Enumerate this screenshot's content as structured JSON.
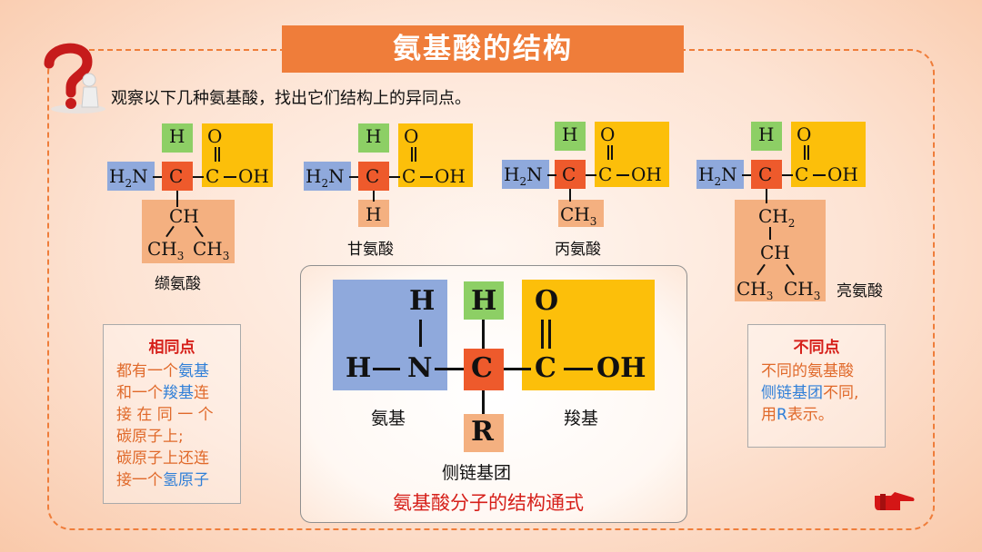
{
  "title": "氨基酸的结构",
  "intro": "观察以下几种氨基酸，找出它们结构上的异同点。",
  "atoms": {
    "H": "H",
    "C": "C",
    "O": "O",
    "OH": "OH",
    "H2N_H": "H",
    "H2N_N": "N",
    "sub2": "2",
    "sub3": "3",
    "CH": "CH",
    "CH2": "CH",
    "CH3": "CH",
    "R": "R",
    "N": "N"
  },
  "amino_acids": [
    {
      "name": "缬氨酸"
    },
    {
      "name": "甘氨酸"
    },
    {
      "name": "丙氨酸"
    },
    {
      "name": "亮氨酸"
    }
  ],
  "general": {
    "amino_label": "氨基",
    "carboxyl_label": "羧基",
    "side_chain_label": "侧链基团",
    "caption": "氨基酸分子的结构通式"
  },
  "same_box": {
    "title": "相同点",
    "lines": [
      {
        "pre": "都有一个",
        "hl": "氨基",
        "post": ""
      },
      {
        "pre": "和一个",
        "hl": "羧基",
        "post": "连"
      },
      {
        "pre": "接 在 同 一 个",
        "hl": "",
        "post": ""
      },
      {
        "pre": "碳原子上;",
        "hl": "",
        "post": ""
      },
      {
        "pre": "碳原子上还连",
        "hl": "",
        "post": ""
      },
      {
        "pre": "接一个",
        "hl": "氢原子",
        "post": ""
      }
    ]
  },
  "diff_box": {
    "title": "不同点",
    "line1": "不同的氨基酸",
    "line2_hl": "侧链基团",
    "line2_post": "不同,",
    "line3_pre": "用",
    "line3_hl": "R",
    "line3_post": "表示。"
  },
  "icons": {
    "question": "question-mark-figure-icon",
    "hand": "pointing-hand-icon"
  },
  "colors": {
    "accent": "#ef7d3a",
    "amino": "#8fa9dc",
    "hydrogen": "#8dcf65",
    "carbon": "#ee5a2c",
    "carboxyl": "#fcbf0a",
    "side_chain": "#f4b080"
  }
}
